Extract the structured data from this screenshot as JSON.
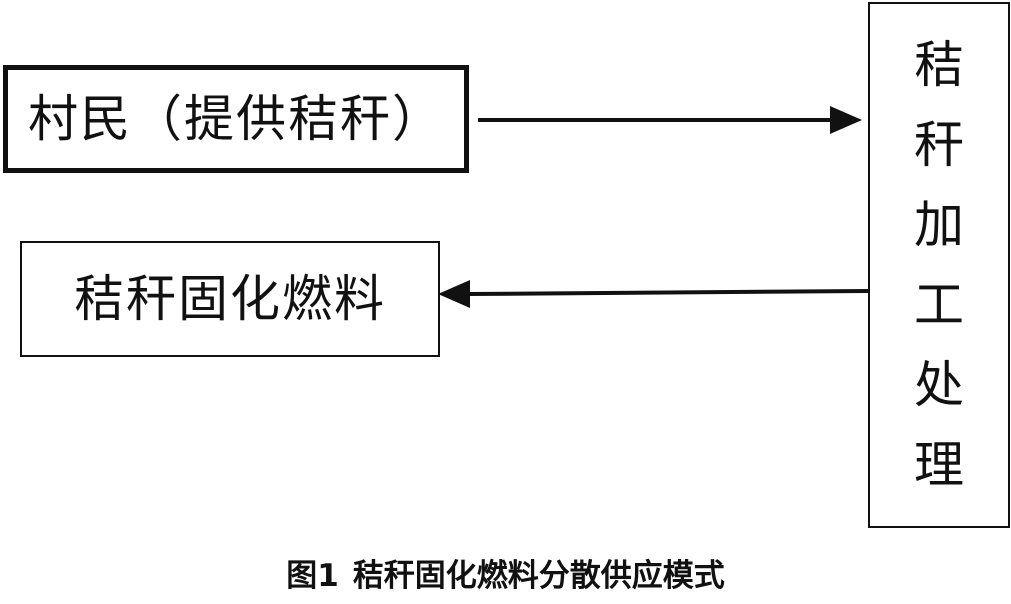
{
  "nodes": {
    "villagers": "村民（提供秸秆）",
    "fuel": "秸秆固化燃料",
    "processing_chars": [
      "秸",
      "秆",
      "加",
      "工",
      "处",
      "理"
    ]
  },
  "caption": {
    "number": "图1",
    "text": "秸秆固化燃料分散供应模式"
  }
}
